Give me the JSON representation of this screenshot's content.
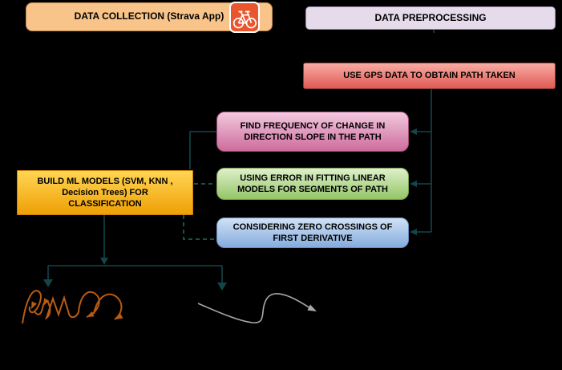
{
  "diagram": {
    "background": "#000000",
    "nodes": {
      "data_collection": {
        "label": "DATA COLLECTION (Strava App)",
        "fill": "#F9C489"
      },
      "data_preprocessing": {
        "label": "DATA PREPROCESSING",
        "fill": "#E6DBEB"
      },
      "use_gps": {
        "label": "USE GPS DATA TO OBTAIN PATH TAKEN",
        "fill": "#EE837C"
      },
      "find_frequency": {
        "label": "FIND FREQUENCY OF CHANGE IN\nDIRECTION SLOPE IN THE PATH",
        "fill": "#DD94BC"
      },
      "using_error": {
        "label": "USING ERROR IN FITTING LINEAR\nMODELS FOR SEGMENTS OF PATH",
        "fill": "#B9DC99"
      },
      "zero_crossings": {
        "label": "CONSIDERING ZERO CROSSINGS OF\nFIRST DERIVATIVE",
        "fill": "#A9C7EA"
      },
      "build_ml": {
        "label": "BUILD ML MODELS (SVM, KNN ,\nDecision Trees) FOR\nCLASSIFICATION",
        "fill": "#F7B524"
      }
    },
    "icons": {
      "strava": "strava-cycling-icon"
    },
    "colors": {
      "connector": "#12454C",
      "dashed_connector": "#1B5149",
      "sketch_jagged": "#B85C12",
      "sketch_smooth": "#A8A8A8",
      "strava_icon_bg": "#E9562D"
    }
  }
}
